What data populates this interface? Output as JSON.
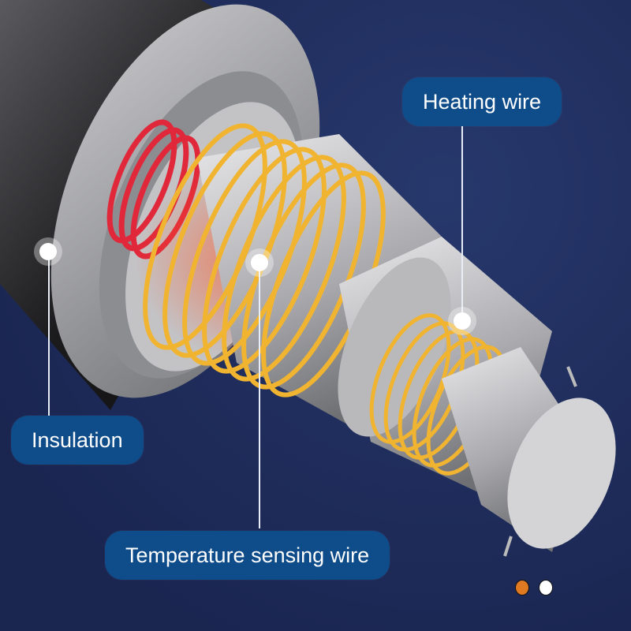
{
  "labels": {
    "heating_wire": "Heating wire",
    "insulation": "Insulation",
    "temperature_sensing_wire": "Temperature sensing wire"
  },
  "carousel": {
    "slide_count": 2,
    "active_index": 0,
    "active_color": "#e07a22",
    "inactive_color": "#ffffff"
  },
  "colors": {
    "background": "#1e2b57",
    "label_bg": "#0f4c8a",
    "gold_wire": "#f0b431",
    "red_wire": "#e0283a"
  }
}
